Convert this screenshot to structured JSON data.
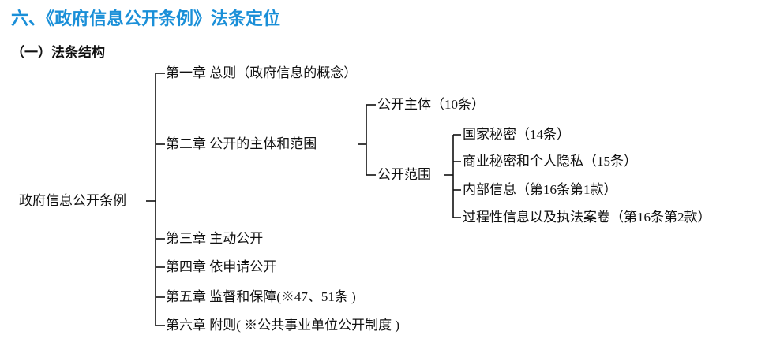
{
  "heading": "六、《政府信息公开条例》法条定位",
  "subheading": "（一）法条结构",
  "tree": {
    "root": "政府信息公开条例",
    "chapters": [
      "第一章 总则（政府信息的概念）",
      "第二章 公开的主体和范围",
      "第三章 主动公开",
      "第四章 依申请公开",
      "第五章 监督和保障(※47、51条 )",
      "第六章 附则( ※公共事业单位公开制度 )"
    ],
    "chapter2_children": [
      "公开主体（10条）",
      "公开范围"
    ],
    "scope_children": [
      "国家秘密（14条）",
      "商业秘密和个人隐私（15条）",
      "内部信息（第16条第1款）",
      "过程性信息以及执法案卷（第16条第2款）"
    ]
  }
}
